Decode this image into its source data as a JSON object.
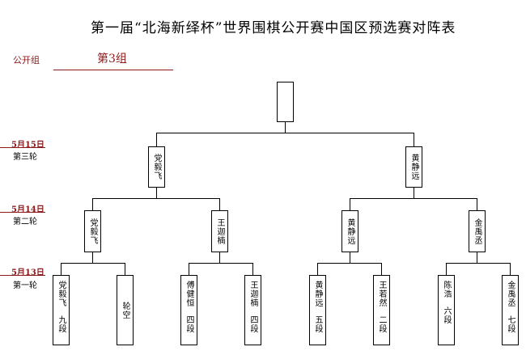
{
  "title": "第一届“北海新绎杯”世界围棋公开赛中国区预选赛对阵表",
  "group_label": "公开组",
  "group_name": "第3组",
  "rounds": [
    {
      "date": "5月15日",
      "name": "第三轮"
    },
    {
      "date": "5月14日",
      "name": "第二轮"
    },
    {
      "date": "5月13日",
      "name": "第一轮"
    }
  ],
  "final_winner": "",
  "round3": [
    "党毅飞",
    "黄静远"
  ],
  "round2": [
    "党毅飞",
    "王迦楠",
    "黄静远",
    "金禹丞"
  ],
  "round1": [
    {
      "name": "党毅飞",
      "rank": "九段"
    },
    {
      "name": "轮空",
      "rank": ""
    },
    {
      "name": "傅健恒",
      "rank": "四段"
    },
    {
      "name": "王迦楠",
      "rank": "四段"
    },
    {
      "name": "黄静远",
      "rank": "五段"
    },
    {
      "name": "王若然",
      "rank": "二段"
    },
    {
      "name": "陈浩",
      "rank": "六段"
    },
    {
      "name": "金禹丞",
      "rank": "七段"
    }
  ]
}
